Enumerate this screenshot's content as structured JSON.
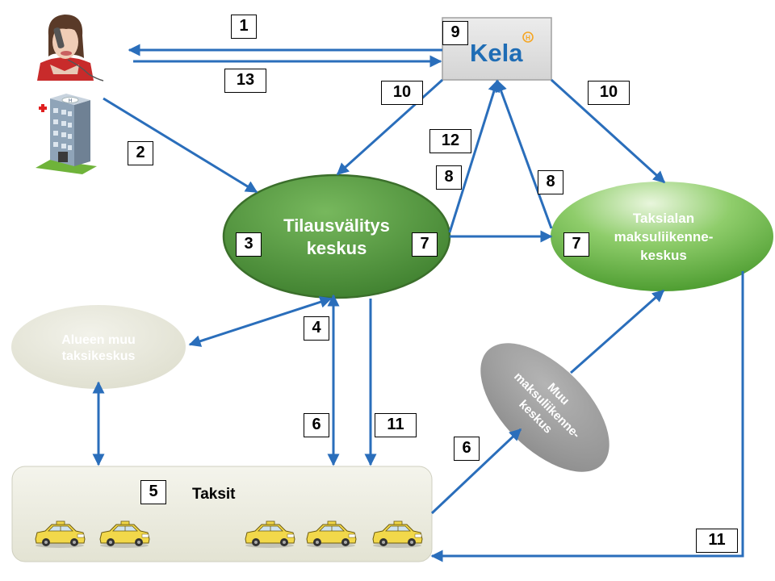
{
  "nodes": {
    "kela": {
      "logo_text": "Kela",
      "logo_mark": "H"
    },
    "tilausvalitys": {
      "line1": "Tilausvälitys",
      "line2": "keskus"
    },
    "taksialan": {
      "line1": "Taksialan",
      "line2": "maksuliikenne-",
      "line3": "keskus"
    },
    "alueen": {
      "line1": "Alueen muu",
      "line2": "taksikeskus"
    },
    "muu": {
      "line1": "Muu",
      "line2": "maksuliikenne-",
      "line3": "keskus"
    },
    "taksit": {
      "label": "Taksit"
    }
  },
  "step_numbers": {
    "n1": "1",
    "n13": "13",
    "n9": "9",
    "n2": "2",
    "n10_left": "10",
    "n10_right": "10",
    "n12": "12",
    "n8_left": "8",
    "n8_right": "8",
    "n3": "3",
    "n7_left": "7",
    "n7_right": "7",
    "n4": "4",
    "n6_mid": "6",
    "n11_mid": "11",
    "n6_right": "6",
    "n5": "5",
    "n11_bottom": "11"
  },
  "icons": [
    "person-phone-icon",
    "hospital-building-icon",
    "taxi-icon"
  ],
  "colors": {
    "arrow": "#2a6ebb",
    "dark_green": "#4f8f3c",
    "light_green": "#7cc35b",
    "grey_ellipse": "#9c9c9c",
    "pale_ellipse": "#e6e6d8",
    "taxi_yellow": "#f2d84a",
    "kela_blue": "#1f6db5",
    "kela_orange": "#f5a623"
  }
}
